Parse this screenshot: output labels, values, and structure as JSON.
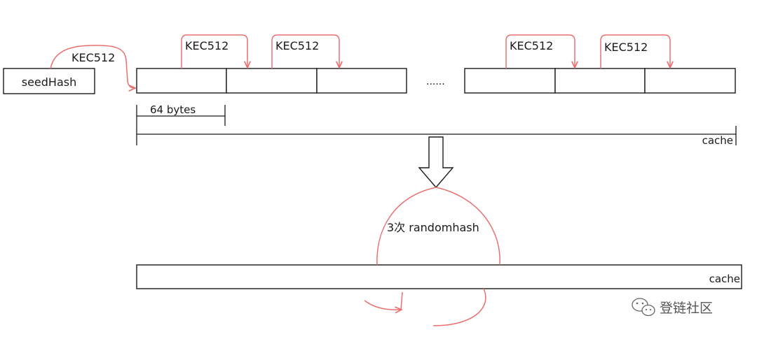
{
  "colors": {
    "accent": "#e8716f",
    "stroke": "#1a1a1a",
    "watermark": "#555555"
  },
  "labels": {
    "seed_hash": "seedHash",
    "kec512": "KEC512",
    "ellipsis": "......",
    "bytes_64": "64 bytes",
    "cache_top": "cache",
    "randomhash": "3次 randomhash",
    "cache_bottom": "cache"
  },
  "watermark": {
    "icon": "wechat-icon",
    "text": "登链社区"
  }
}
